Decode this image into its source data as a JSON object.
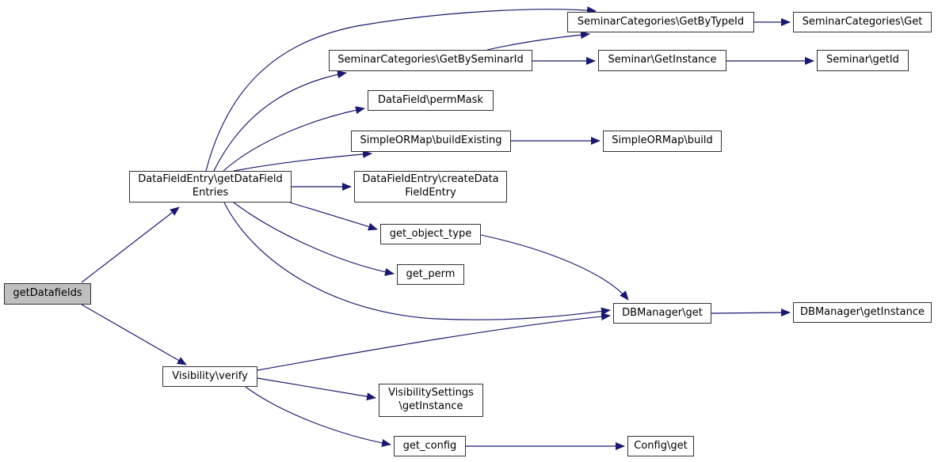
{
  "graph": {
    "type": "call-graph",
    "colors": {
      "background": "#ffffff",
      "edge": "#191970",
      "node_border": "#333333",
      "node_fill": "#ffffff",
      "highlight_fill": "#bfbfbf"
    },
    "nodes": [
      {
        "id": "getDatafields",
        "label": "getDatafields",
        "highlighted": true
      },
      {
        "id": "DataFieldEntry::getDataFieldEntries",
        "label": "DataFieldEntry\\getDataField\nEntries"
      },
      {
        "id": "SeminarCategories::GetByTypeId",
        "label": "SeminarCategories\\GetByTypeId"
      },
      {
        "id": "SeminarCategories::Get",
        "label": "SeminarCategories\\Get"
      },
      {
        "id": "SeminarCategories::GetBySeminarId",
        "label": "SeminarCategories\\GetBySeminarId"
      },
      {
        "id": "Seminar::GetInstance",
        "label": "Seminar\\GetInstance"
      },
      {
        "id": "Seminar::getId",
        "label": "Seminar\\getId"
      },
      {
        "id": "DataField::permMask",
        "label": "DataField\\permMask"
      },
      {
        "id": "SimpleORMap::buildExisting",
        "label": "SimpleORMap\\buildExisting"
      },
      {
        "id": "SimpleORMap::build",
        "label": "SimpleORMap\\build"
      },
      {
        "id": "DataFieldEntry::createDataFieldEntry",
        "label": "DataFieldEntry\\createData\nFieldEntry"
      },
      {
        "id": "get_object_type",
        "label": "get_object_type"
      },
      {
        "id": "get_perm",
        "label": "get_perm"
      },
      {
        "id": "DBManager::get",
        "label": "DBManager\\get"
      },
      {
        "id": "DBManager::getInstance",
        "label": "DBManager\\getInstance"
      },
      {
        "id": "Visibility::verify",
        "label": "Visibility\\verify"
      },
      {
        "id": "VisibilitySettings::getInstance",
        "label": "VisibilitySettings\n\\getInstance"
      },
      {
        "id": "get_config",
        "label": "get_config"
      },
      {
        "id": "Config::get",
        "label": "Config\\get"
      }
    ],
    "edges": [
      {
        "from": "getDatafields",
        "to": "DataFieldEntry::getDataFieldEntries"
      },
      {
        "from": "getDatafields",
        "to": "Visibility::verify"
      },
      {
        "from": "DataFieldEntry::getDataFieldEntries",
        "to": "SeminarCategories::GetByTypeId"
      },
      {
        "from": "DataFieldEntry::getDataFieldEntries",
        "to": "SeminarCategories::GetBySeminarId"
      },
      {
        "from": "DataFieldEntry::getDataFieldEntries",
        "to": "DataField::permMask"
      },
      {
        "from": "DataFieldEntry::getDataFieldEntries",
        "to": "SimpleORMap::buildExisting"
      },
      {
        "from": "DataFieldEntry::getDataFieldEntries",
        "to": "DataFieldEntry::createDataFieldEntry"
      },
      {
        "from": "DataFieldEntry::getDataFieldEntries",
        "to": "get_object_type"
      },
      {
        "from": "DataFieldEntry::getDataFieldEntries",
        "to": "get_perm"
      },
      {
        "from": "DataFieldEntry::getDataFieldEntries",
        "to": "DBManager::get"
      },
      {
        "from": "SeminarCategories::GetByTypeId",
        "to": "SeminarCategories::Get"
      },
      {
        "from": "SeminarCategories::GetBySeminarId",
        "to": "SeminarCategories::GetByTypeId"
      },
      {
        "from": "SeminarCategories::GetBySeminarId",
        "to": "Seminar::GetInstance"
      },
      {
        "from": "Seminar::GetInstance",
        "to": "Seminar::getId"
      },
      {
        "from": "SimpleORMap::buildExisting",
        "to": "SimpleORMap::build"
      },
      {
        "from": "get_object_type",
        "to": "DBManager::get"
      },
      {
        "from": "DBManager::get",
        "to": "DBManager::getInstance"
      },
      {
        "from": "Visibility::verify",
        "to": "DBManager::get"
      },
      {
        "from": "Visibility::verify",
        "to": "VisibilitySettings::getInstance"
      },
      {
        "from": "Visibility::verify",
        "to": "get_config"
      },
      {
        "from": "get_config",
        "to": "Config::get"
      }
    ]
  }
}
